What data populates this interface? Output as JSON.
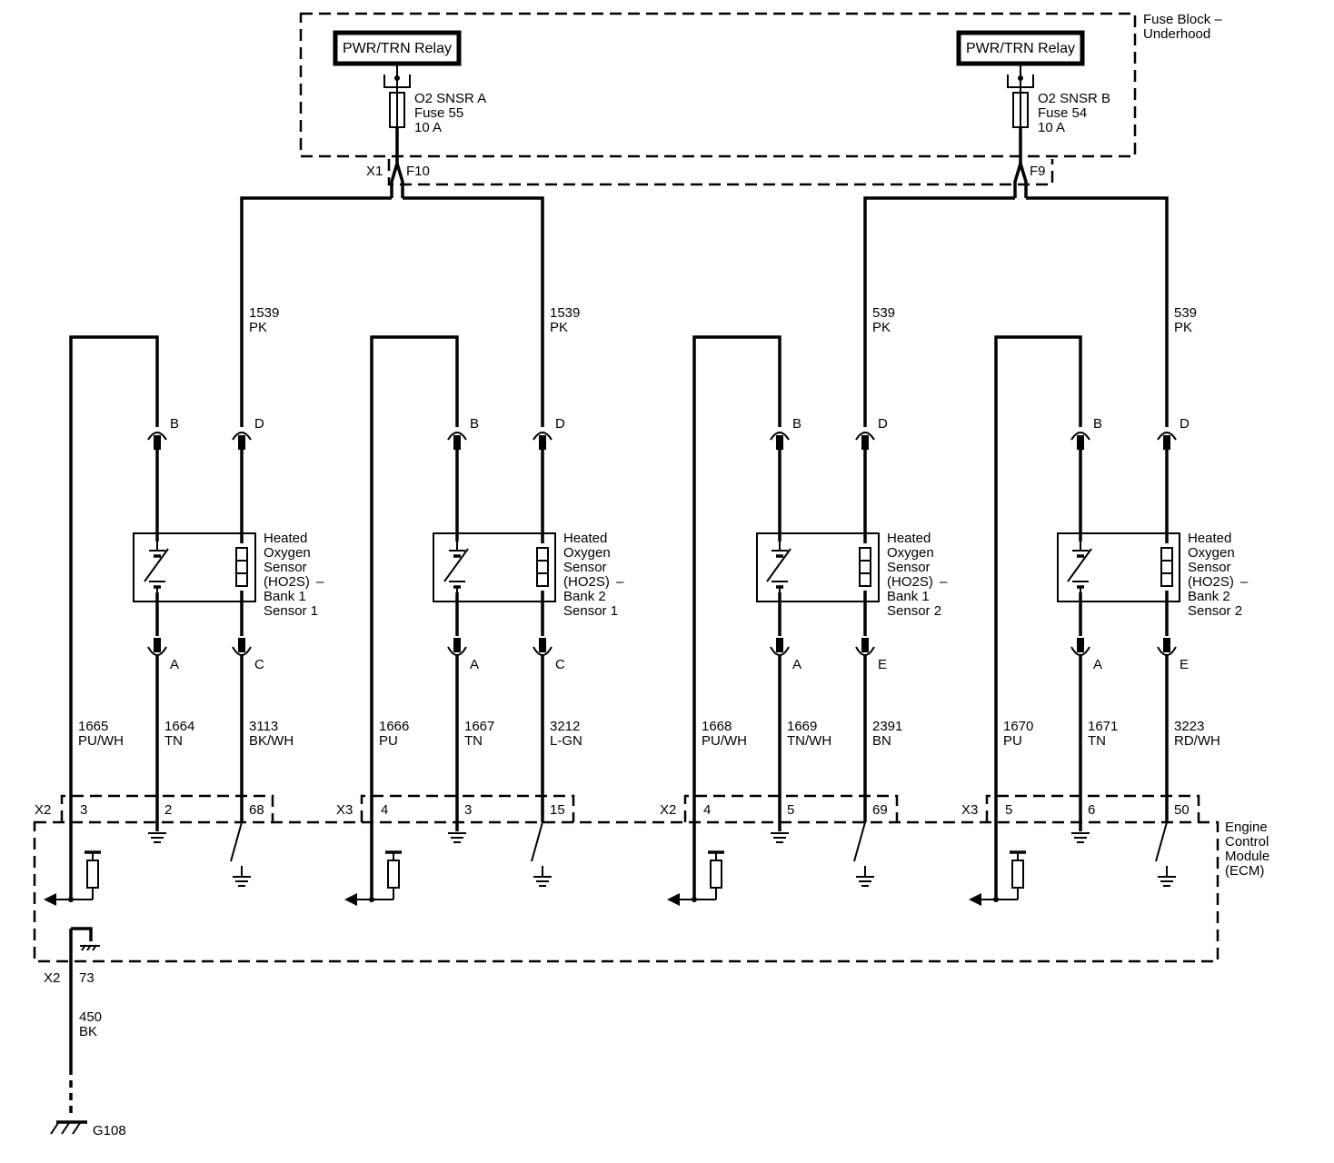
{
  "fuse_block": {
    "label_line1": "Fuse Block –",
    "label_line2": "Underhood",
    "relays": [
      {
        "label": "PWR/TRN Relay"
      },
      {
        "label": "PWR/TRN Relay"
      }
    ],
    "fuses": [
      {
        "name": "O2 SNSR A",
        "fuse": "Fuse 55",
        "rating": "10 A",
        "connector": "X1",
        "terminal": "F10"
      },
      {
        "name": "O2 SNSR B",
        "fuse": "Fuse 54",
        "rating": "10 A",
        "connector": "",
        "terminal": "F9"
      }
    ]
  },
  "sensors": [
    {
      "label": [
        "Heated",
        "Oxygen",
        "Sensor",
        "(HO2S)",
        "Bank 1",
        "Sensor 1"
      ],
      "dash": "–",
      "pins": {
        "top_left": "B",
        "top_right": "D",
        "bottom_left": "A",
        "bottom_right": "C"
      },
      "power_wire": {
        "circuit": "1539",
        "color": "PK"
      },
      "wires": [
        {
          "circuit": "1665",
          "color": "PU/WH"
        },
        {
          "circuit": "1664",
          "color": "TN"
        },
        {
          "circuit": "3113",
          "color": "BK/WH"
        }
      ],
      "ecm_connector": "X2",
      "ecm_pins": [
        "3",
        "2",
        "68"
      ]
    },
    {
      "label": [
        "Heated",
        "Oxygen",
        "Sensor",
        "(HO2S)",
        "Bank 2",
        "Sensor 1"
      ],
      "dash": "–",
      "pins": {
        "top_left": "B",
        "top_right": "D",
        "bottom_left": "A",
        "bottom_right": "C"
      },
      "power_wire": {
        "circuit": "1539",
        "color": "PK"
      },
      "wires": [
        {
          "circuit": "1666",
          "color": "PU"
        },
        {
          "circuit": "1667",
          "color": "TN"
        },
        {
          "circuit": "3212",
          "color": "L-GN"
        }
      ],
      "ecm_connector": "X3",
      "ecm_pins": [
        "4",
        "3",
        "15"
      ]
    },
    {
      "label": [
        "Heated",
        "Oxygen",
        "Sensor",
        "(HO2S)",
        "Bank 1",
        "Sensor 2"
      ],
      "dash": "–",
      "pins": {
        "top_left": "B",
        "top_right": "D",
        "bottom_left": "A",
        "bottom_right": "E"
      },
      "power_wire": {
        "circuit": "539",
        "color": "PK"
      },
      "wires": [
        {
          "circuit": "1668",
          "color": "PU/WH"
        },
        {
          "circuit": "1669",
          "color": "TN/WH"
        },
        {
          "circuit": "2391",
          "color": "BN"
        }
      ],
      "ecm_connector": "X2",
      "ecm_pins": [
        "4",
        "5",
        "69"
      ]
    },
    {
      "label": [
        "Heated",
        "Oxygen",
        "Sensor",
        "(HO2S)",
        "Bank 2",
        "Sensor 2"
      ],
      "dash": "–",
      "pins": {
        "top_left": "B",
        "top_right": "D",
        "bottom_left": "A",
        "bottom_right": "E"
      },
      "power_wire": {
        "circuit": "539",
        "color": "PK"
      },
      "wires": [
        {
          "circuit": "1670",
          "color": "PU"
        },
        {
          "circuit": "1671",
          "color": "TN"
        },
        {
          "circuit": "3223",
          "color": "RD/WH"
        }
      ],
      "ecm_connector": "X3",
      "ecm_pins": [
        "5",
        "6",
        "50"
      ]
    }
  ],
  "ecm": {
    "label": [
      "Engine",
      "Control",
      "Module",
      "(ECM)"
    ],
    "ground_connector": "X2",
    "ground_pin": "73",
    "ground_wire": {
      "circuit": "450",
      "color": "BK"
    },
    "ground_point": "G108"
  }
}
